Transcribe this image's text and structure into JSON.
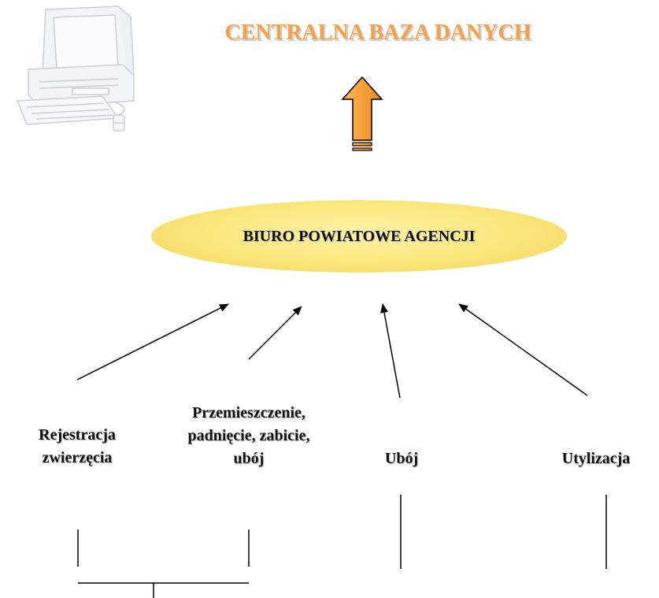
{
  "diagram": {
    "title": "CENTRALNA BAZA DANYCH",
    "center_node": "BIURO POWIATOWE AGENCJI",
    "sources": [
      {
        "id": "rejestracja",
        "lines": [
          "Rejestracja",
          "zwierzęcia"
        ]
      },
      {
        "id": "przemieszczenie",
        "lines": [
          "Przemieszczenie,",
          "padnięcie, zabicie,",
          "ubój"
        ]
      },
      {
        "id": "uboj",
        "lines": [
          "Ubój"
        ]
      },
      {
        "id": "utylizacja",
        "lines": [
          "Utylizacja"
        ]
      }
    ],
    "colors": {
      "title": "#f5a04a",
      "up_arrow": "#f7a23c",
      "ellipse": "#fbe67a",
      "text": "#111111"
    },
    "icons": [
      "computer-icon",
      "up-arrow-icon"
    ]
  }
}
